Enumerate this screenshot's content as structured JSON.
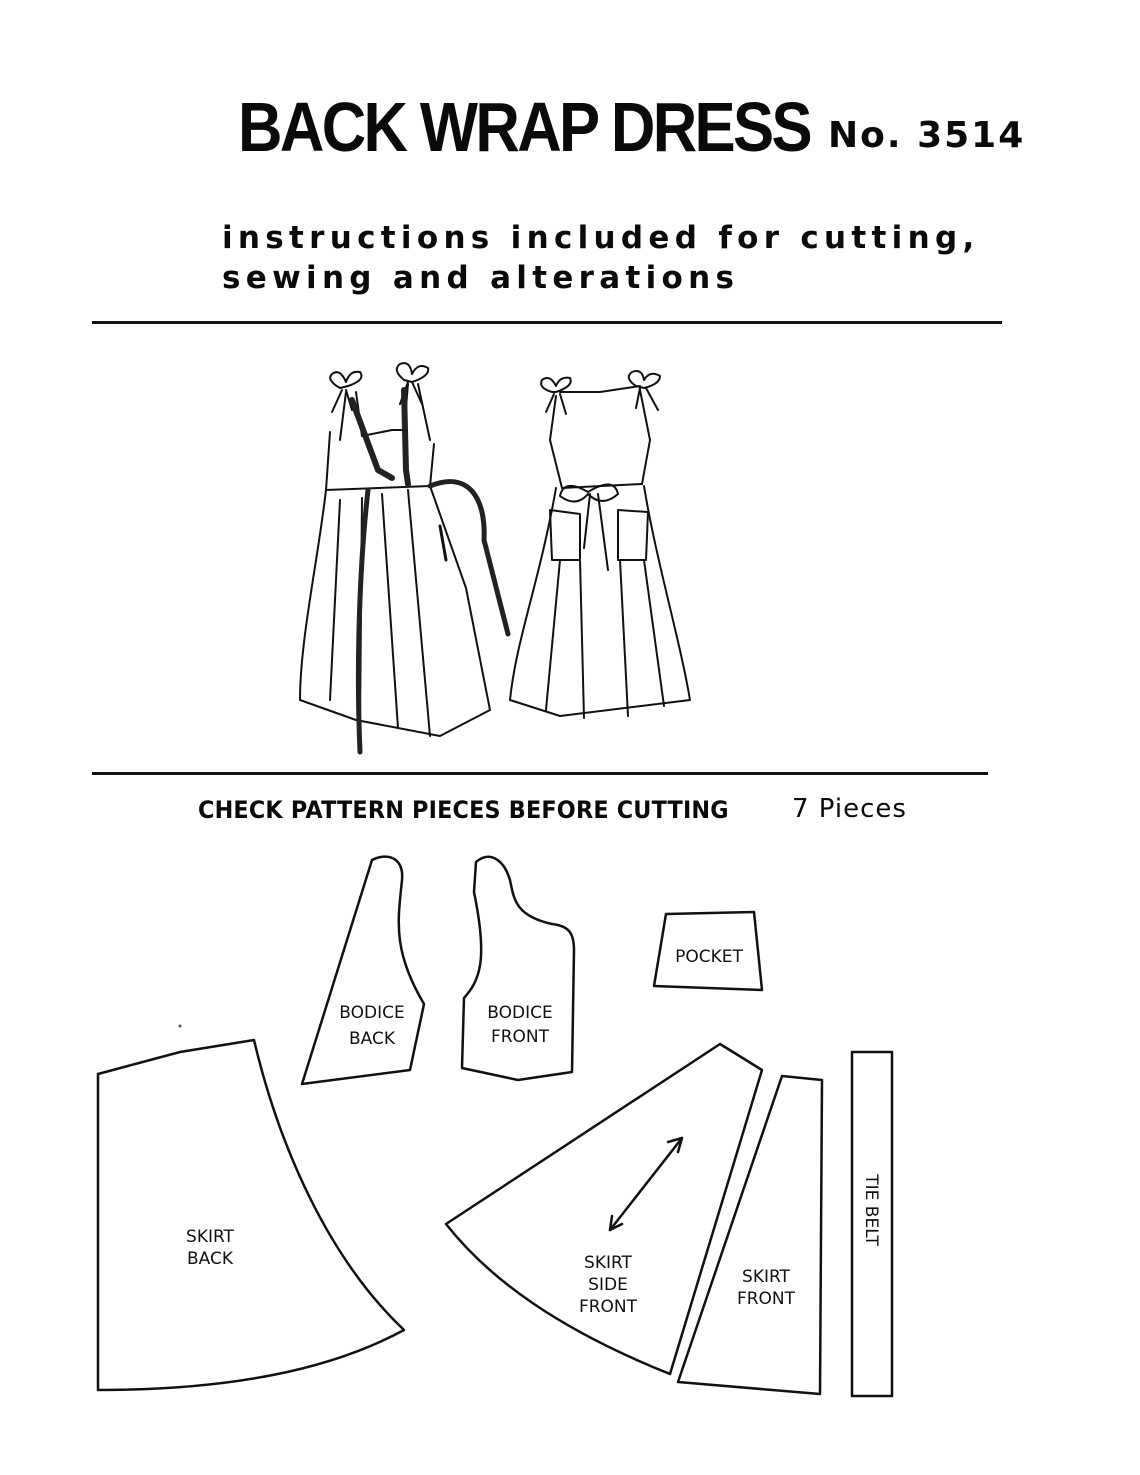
{
  "header": {
    "title": "BACK WRAP DRESS",
    "pattern_number": "No. 3514",
    "subtitle_line1": "instructions included for cutting,",
    "subtitle_line2": "sewing and alterations"
  },
  "pieces_header": {
    "instruction": "CHECK PATTERN PIECES BEFORE CUTTING",
    "count": "7 Pieces"
  },
  "pattern_pieces": {
    "bodice_back": [
      "BODICE",
      "BACK"
    ],
    "bodice_front": [
      "BODICE",
      "FRONT"
    ],
    "pocket": [
      "POCKET"
    ],
    "skirt_back": [
      "SKIRT",
      "BACK"
    ],
    "skirt_side_front": [
      "SKIRT",
      "SIDE",
      "FRONT"
    ],
    "skirt_front": [
      "SKIRT",
      "FRONT"
    ],
    "tie_belt": [
      "TIE BELT"
    ]
  }
}
